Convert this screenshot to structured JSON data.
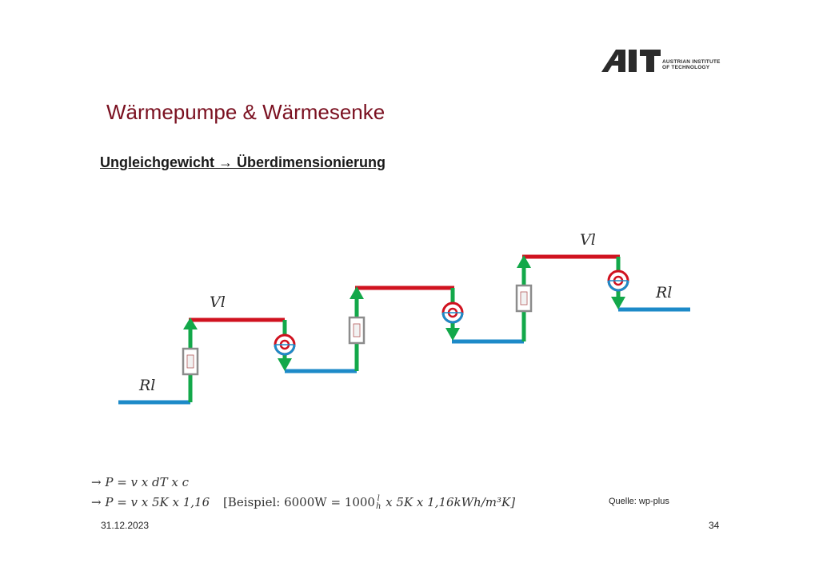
{
  "header": {
    "logo_mark": "AIT",
    "logo_line1": "AUSTRIAN INSTITUTE",
    "logo_line2": "OF TECHNOLOGY"
  },
  "slide": {
    "title": "Wärmepumpe & Wärmesenke",
    "subtitle": "Ungleichgewicht → Überdimensionierung"
  },
  "diagram": {
    "labels": {
      "return_left": "Rl",
      "flow_left": "Vl",
      "flow_right": "Vl",
      "return_right": "Rl"
    },
    "colors": {
      "flow": "#d0121f",
      "return": "#1d8ac8",
      "riser": "#13a84a",
      "device": "#8c8c8c"
    }
  },
  "formulas": {
    "line1": "→ P = v x dT x c",
    "line2_main": "→ P = v x 5K x 1,16",
    "line2_example_prefix": "[Beispiel:  6000W = 1000",
    "frac_num": "l",
    "frac_den": "h",
    "line2_example_suffix": " x 5K x 1,16kWh/m³K]"
  },
  "footer": {
    "source": "Quelle: wp-plus",
    "date": "31.12.2023",
    "page": "34"
  }
}
